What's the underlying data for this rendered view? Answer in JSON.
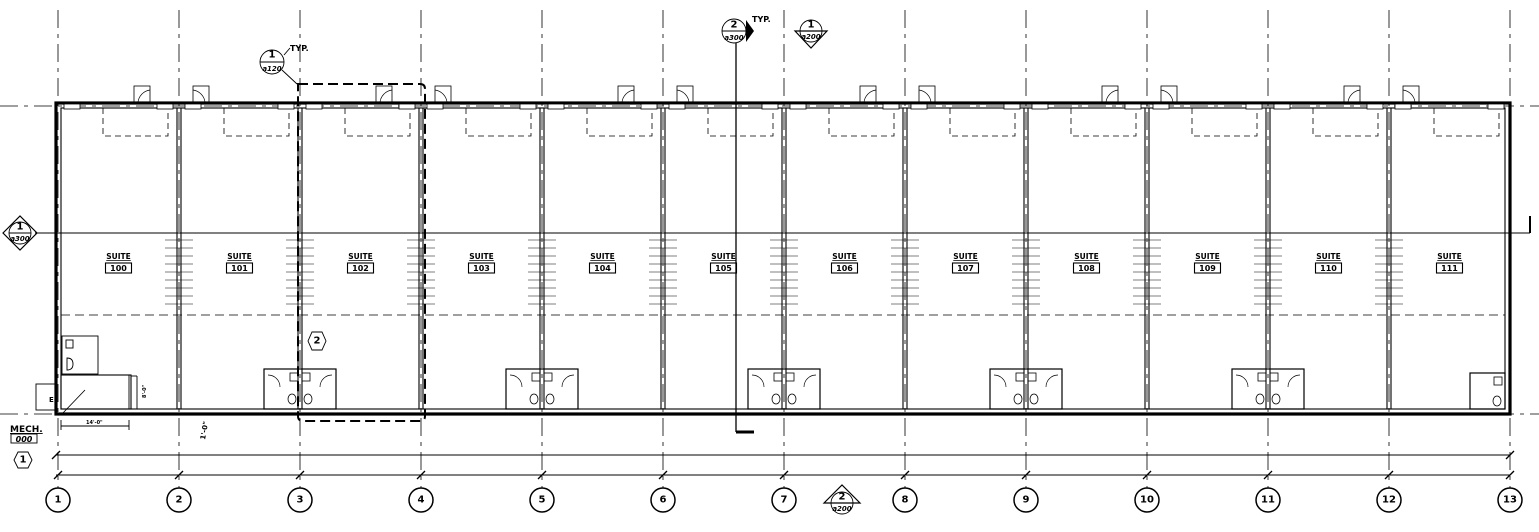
{
  "grid_columns": [
    "1",
    "2",
    "3",
    "4",
    "5",
    "6",
    "7",
    "8",
    "9",
    "10",
    "11",
    "12",
    "13"
  ],
  "suites": [
    {
      "label": "SUITE",
      "number": "100"
    },
    {
      "label": "SUITE",
      "number": "101"
    },
    {
      "label": "SUITE",
      "number": "102"
    },
    {
      "label": "SUITE",
      "number": "103"
    },
    {
      "label": "SUITE",
      "number": "104"
    },
    {
      "label": "SUITE",
      "number": "105"
    },
    {
      "label": "SUITE",
      "number": "106"
    },
    {
      "label": "SUITE",
      "number": "107"
    },
    {
      "label": "SUITE",
      "number": "108"
    },
    {
      "label": "SUITE",
      "number": "109"
    },
    {
      "label": "SUITE",
      "number": "110"
    },
    {
      "label": "SUITE",
      "number": "111"
    }
  ],
  "mech_room": {
    "label": "MECH.",
    "number": "000",
    "tag": "1"
  },
  "callouts": {
    "detail_top": {
      "top": "1",
      "bottom": "a120",
      "note": "TYP."
    },
    "section_top": {
      "top": "2",
      "bottom": "a300",
      "note": "TYP."
    },
    "elevation_top": {
      "top": "1",
      "bottom": "a200"
    },
    "elevation_left": {
      "top": "1",
      "bottom": "a300"
    },
    "elevation_bottom": {
      "top": "2",
      "bottom": "a200"
    },
    "hex_tag_2": "2",
    "hex_tag_1": "1"
  },
  "dimensions": {
    "mech_width": "14'-0\"",
    "mech_depth": "8'-0\"",
    "offset": "1'-0\""
  },
  "electrical_tag": "E"
}
